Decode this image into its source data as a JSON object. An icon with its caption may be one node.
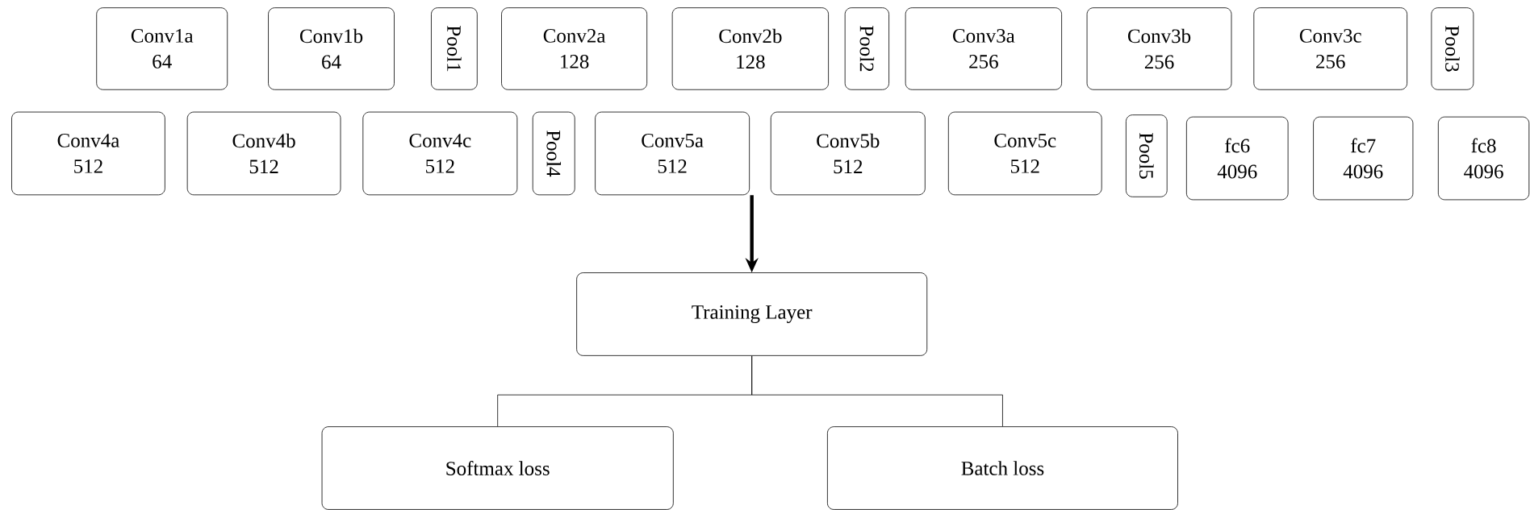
{
  "diagram": {
    "nodes": [
      {
        "text": [
          "Conv1a",
          "64"
        ]
      },
      {
        "text": [
          "Conv1b",
          "64"
        ]
      },
      {
        "text": [
          "Pool1"
        ]
      },
      {
        "text": [
          "Conv2a",
          "128"
        ]
      },
      {
        "text": [
          "Conv2b",
          "128"
        ]
      },
      {
        "text": [
          "Pool2"
        ]
      },
      {
        "text": [
          "Conv3a",
          "256"
        ]
      },
      {
        "text": [
          "Conv3b",
          "256"
        ]
      },
      {
        "text": [
          "Conv3c",
          "256"
        ]
      },
      {
        "text": [
          "Pool3"
        ]
      },
      {
        "text": [
          "Conv4a",
          "512"
        ]
      },
      {
        "text": [
          "Conv4b",
          "512"
        ]
      },
      {
        "text": [
          "Conv4c",
          "512"
        ]
      },
      {
        "text": [
          "Pool4"
        ]
      },
      {
        "text": [
          "Conv5a",
          "512"
        ]
      },
      {
        "text": [
          "Conv5b",
          "512"
        ]
      },
      {
        "text": [
          "Conv5c",
          "512"
        ]
      },
      {
        "text": [
          "Pool5"
        ]
      },
      {
        "text": [
          "fc6",
          "4096"
        ]
      },
      {
        "text": [
          "fc7",
          "4096"
        ]
      },
      {
        "text": [
          "fc8",
          "4096"
        ]
      },
      {
        "text": [
          "Training Layer"
        ]
      },
      {
        "text": [
          "Softmax loss"
        ]
      },
      {
        "text": [
          "Batch loss"
        ]
      }
    ],
    "edges": [
      {
        "from": 14,
        "to": 21,
        "arrow": "to",
        "style": "thick"
      },
      {
        "from": 21,
        "to": 22,
        "arrow": "none"
      },
      {
        "from": 21,
        "to": 23,
        "arrow": "none"
      }
    ]
  }
}
